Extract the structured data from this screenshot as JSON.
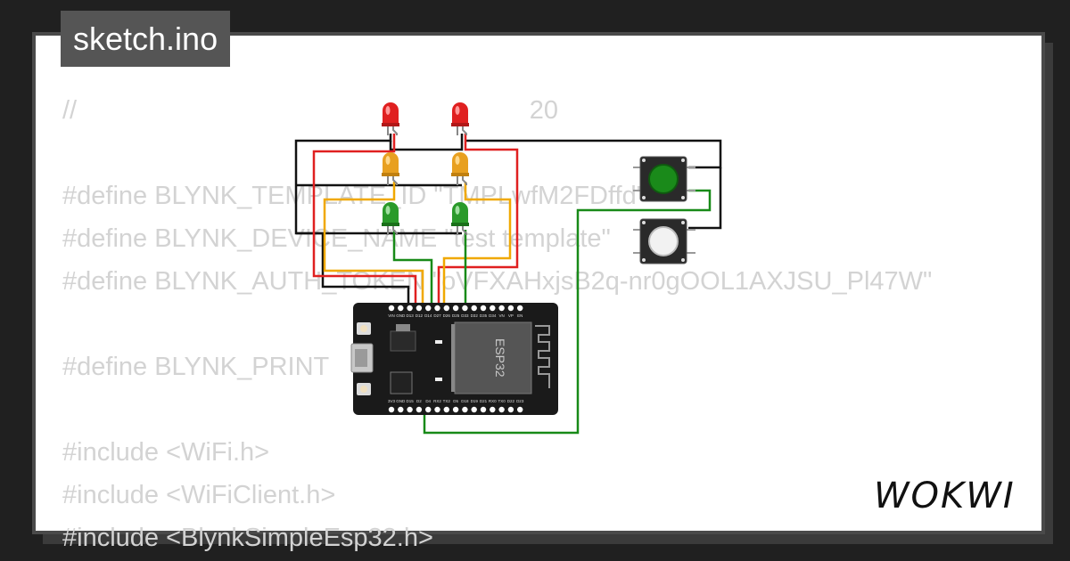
{
  "title": "sketch.ino",
  "code_lines": [
    {
      "text": "//                                                               20"
    },
    {
      "text": ""
    },
    {
      "text": "#define BLYNK_TEMPLATE_ID \"TMPLwfM2FDffd\""
    },
    {
      "text": "#define BLYNK_DEVICE_NAME \"test template\""
    },
    {
      "text": "#define BLYNK_AUTH_TOKEN \"oVFXAHxjsB2q-nr0gOOL1AXJSU_Pl47W\""
    },
    {
      "text": ""
    },
    {
      "text": "#define BLYNK_PRINT"
    },
    {
      "text": ""
    },
    {
      "text": "#include <WiFi.h>"
    },
    {
      "text": "#include <WiFiClient.h>"
    },
    {
      "text": "#include <BlynkSimpleEsp32.h>"
    }
  ],
  "board": {
    "chip_label": "ESP32",
    "top_pins": [
      "VIN",
      "GND",
      "D13",
      "D12",
      "D14",
      "D27",
      "D26",
      "D25",
      "D33",
      "D32",
      "D35",
      "D34",
      "VN",
      "VP",
      "EN"
    ],
    "bottom_pins": [
      "3V3",
      "GND",
      "D15",
      "D2",
      "D4",
      "RX2",
      "TX2",
      "D5",
      "D18",
      "D19",
      "D21",
      "RX0",
      "TX0",
      "D22",
      "D23"
    ]
  },
  "logo_text": "WOKWI",
  "colors": {
    "led_red": "#e02020",
    "led_yellow": "#e8a020",
    "led_green": "#2a9a2a",
    "button_green": "#1a8a1a",
    "button_white": "#f2f2f2",
    "wire_black": "#111111",
    "wire_red": "#e02020",
    "wire_orange": "#f0a800",
    "wire_green": "#188a18"
  }
}
